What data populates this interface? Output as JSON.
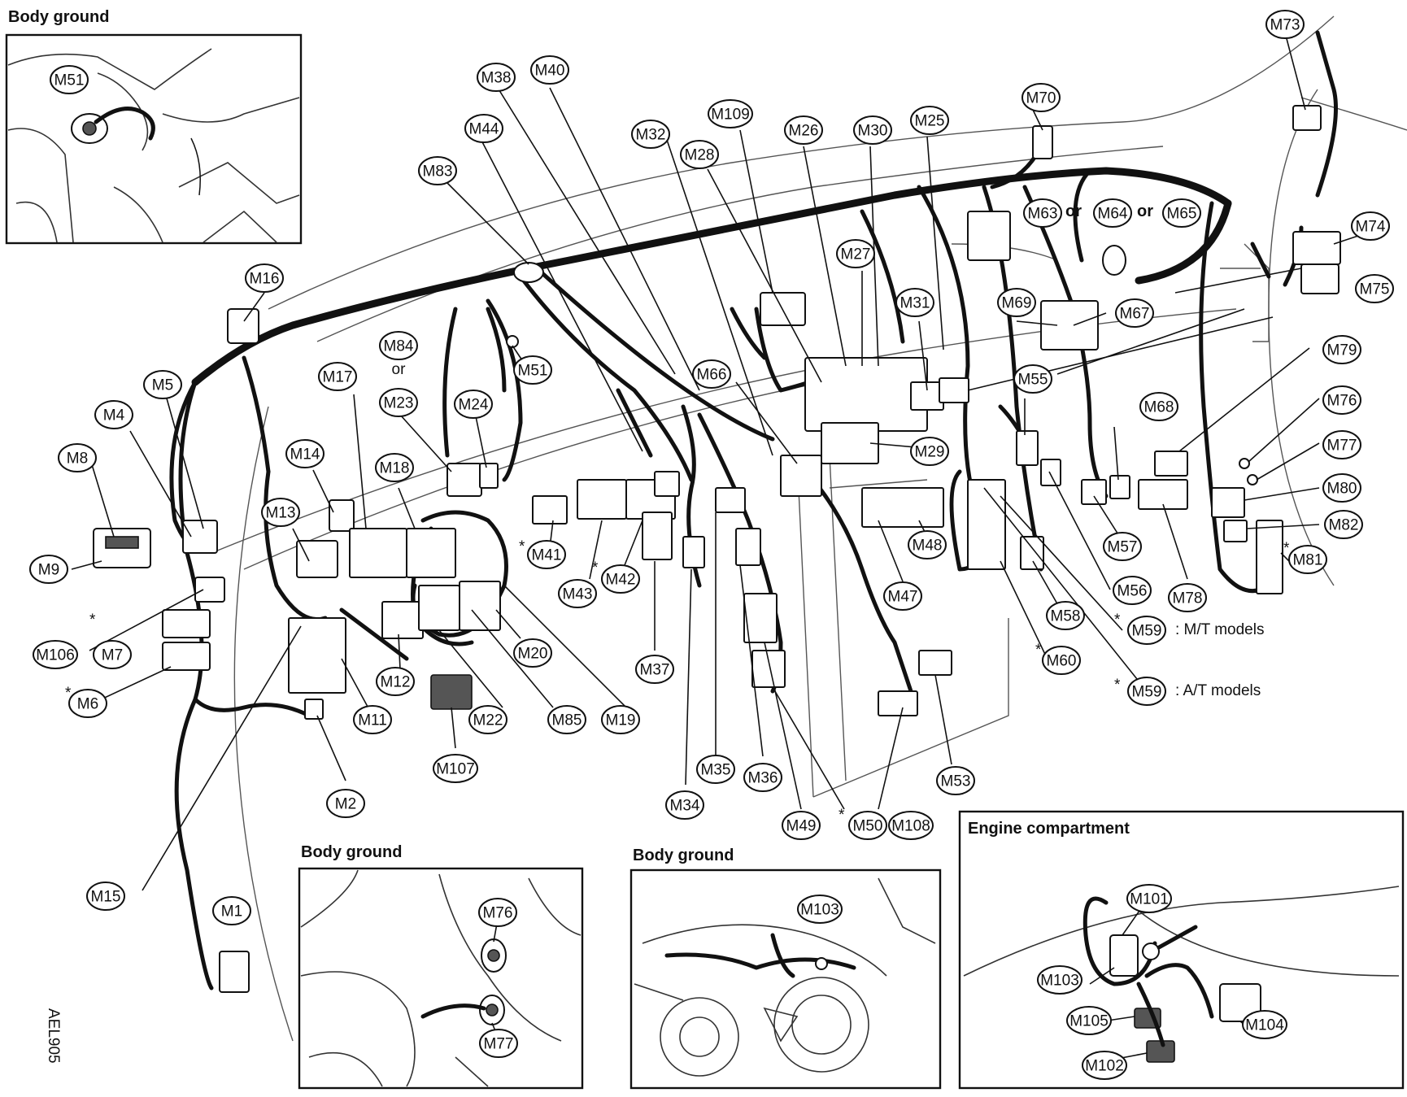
{
  "insets": {
    "body_ground_top": "Body ground",
    "body_ground_bottom_left": "Body ground",
    "body_ground_bottom_mid": "Body ground",
    "engine_compartment": "Engine compartment"
  },
  "or_word": "or",
  "notes": {
    "mt_models": ": M/T models",
    "at_models": ": A/T models"
  },
  "figure_code": "AEL905",
  "star": "*",
  "connectors": [
    {
      "id": "M1"
    },
    {
      "id": "M2"
    },
    {
      "id": "M4"
    },
    {
      "id": "M5"
    },
    {
      "id": "M6"
    },
    {
      "id": "M7"
    },
    {
      "id": "M8"
    },
    {
      "id": "M9"
    },
    {
      "id": "M11"
    },
    {
      "id": "M12"
    },
    {
      "id": "M13"
    },
    {
      "id": "M14"
    },
    {
      "id": "M15"
    },
    {
      "id": "M16"
    },
    {
      "id": "M17"
    },
    {
      "id": "M18"
    },
    {
      "id": "M19"
    },
    {
      "id": "M20"
    },
    {
      "id": "M22"
    },
    {
      "id": "M23"
    },
    {
      "id": "M24"
    },
    {
      "id": "M25"
    },
    {
      "id": "M26"
    },
    {
      "id": "M27"
    },
    {
      "id": "M28"
    },
    {
      "id": "M29"
    },
    {
      "id": "M30"
    },
    {
      "id": "M31"
    },
    {
      "id": "M32"
    },
    {
      "id": "M34"
    },
    {
      "id": "M35"
    },
    {
      "id": "M36"
    },
    {
      "id": "M37"
    },
    {
      "id": "M38"
    },
    {
      "id": "M40"
    },
    {
      "id": "M41"
    },
    {
      "id": "M42"
    },
    {
      "id": "M43"
    },
    {
      "id": "M44"
    },
    {
      "id": "M47"
    },
    {
      "id": "M48"
    },
    {
      "id": "M49"
    },
    {
      "id": "M50"
    },
    {
      "id": "M51"
    },
    {
      "id": "M51"
    },
    {
      "id": "M53"
    },
    {
      "id": "M55"
    },
    {
      "id": "M56"
    },
    {
      "id": "M57"
    },
    {
      "id": "M58"
    },
    {
      "id": "M59"
    },
    {
      "id": "M59"
    },
    {
      "id": "M60"
    },
    {
      "id": "M63"
    },
    {
      "id": "M64"
    },
    {
      "id": "M65"
    },
    {
      "id": "M66"
    },
    {
      "id": "M67"
    },
    {
      "id": "M68"
    },
    {
      "id": "M69"
    },
    {
      "id": "M70"
    },
    {
      "id": "M73"
    },
    {
      "id": "M74"
    },
    {
      "id": "M75"
    },
    {
      "id": "M76"
    },
    {
      "id": "M76"
    },
    {
      "id": "M77"
    },
    {
      "id": "M77"
    },
    {
      "id": "M78"
    },
    {
      "id": "M79"
    },
    {
      "id": "M80"
    },
    {
      "id": "M81"
    },
    {
      "id": "M82"
    },
    {
      "id": "M83"
    },
    {
      "id": "M84"
    },
    {
      "id": "M85"
    },
    {
      "id": "M101"
    },
    {
      "id": "M102"
    },
    {
      "id": "M103"
    },
    {
      "id": "M103"
    },
    {
      "id": "M104"
    },
    {
      "id": "M105"
    },
    {
      "id": "M106"
    },
    {
      "id": "M107"
    },
    {
      "id": "M108"
    },
    {
      "id": "M109"
    }
  ]
}
